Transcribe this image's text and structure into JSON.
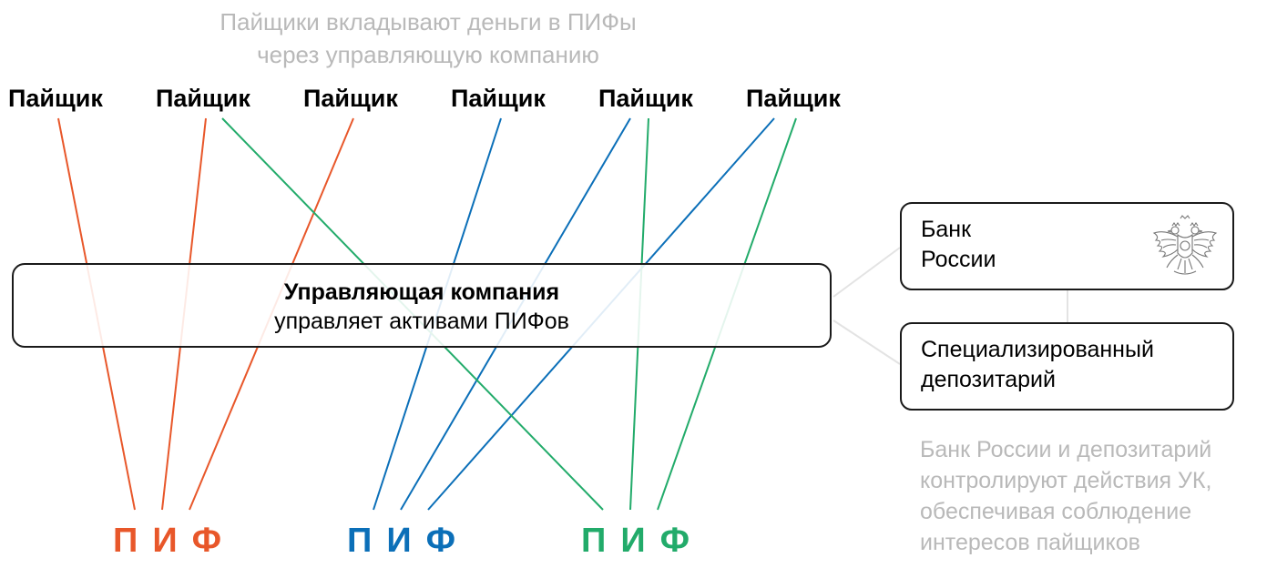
{
  "top_caption": {
    "line1": "Пайщики вкладывают деньги в ПИФы",
    "line2": "через управляющую компанию"
  },
  "investors": [
    "Пайщик",
    "Пайщик",
    "Пайщик",
    "Пайщик",
    "Пайщик",
    "Пайщик"
  ],
  "management_company": {
    "title": "Управляющая компания",
    "subtitle": "управляет активами ПИФов"
  },
  "bank": {
    "line1": "Банк",
    "line2": "России"
  },
  "depository": {
    "line1": "Специализированный",
    "line2": "депозитарий"
  },
  "bottom_caption": [
    "Банк России и депозитарий",
    "контролируют действия УК,",
    "обеспечивая соблюдение",
    "интересов пайщиков"
  ],
  "funds": [
    {
      "letters": [
        "П",
        "И",
        "Ф"
      ],
      "color": "#e8572a"
    },
    {
      "letters": [
        "П",
        "И",
        "Ф"
      ],
      "color": "#0b6fb8"
    },
    {
      "letters": [
        "П",
        "И",
        "Ф"
      ],
      "color": "#22ab6a"
    }
  ],
  "colors": {
    "orange": "#e8572a",
    "blue": "#0b6fb8",
    "green": "#22ab6a",
    "caption_gray": "#b9b9b9",
    "connector_gray": "#e0e0e0"
  },
  "icons": {
    "bank_emblem": "double-headed-eagle-icon"
  }
}
